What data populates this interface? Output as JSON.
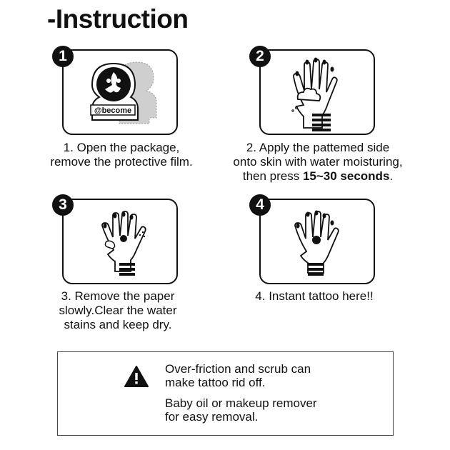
{
  "title": "-Instruction",
  "steps": [
    {
      "number": "1",
      "caption_lines": [
        "1. Open the package,",
        "remove the protective film."
      ],
      "logo_text": "@become"
    },
    {
      "number": "2",
      "caption_lines": [
        "2. Apply the pattemed side",
        "onto skin with water moisturing,"
      ],
      "caption_line3_prefix": "then press ",
      "caption_line3_bold": "15~30 seconds",
      "caption_line3_suffix": "."
    },
    {
      "number": "3",
      "caption_lines": [
        "3. Remove the paper",
        "slowly.Clear the water",
        "stains and keep dry."
      ]
    },
    {
      "number": "4",
      "caption_lines": [
        "4.  Instant tattoo here!!"
      ]
    }
  ],
  "notice": {
    "icon": "warning-icon",
    "line1": "Over-friction and scrub can",
    "line2": "make tattoo rid off.",
    "line3": "Baby oil or makeup remover",
    "line4": "for easy removal."
  }
}
